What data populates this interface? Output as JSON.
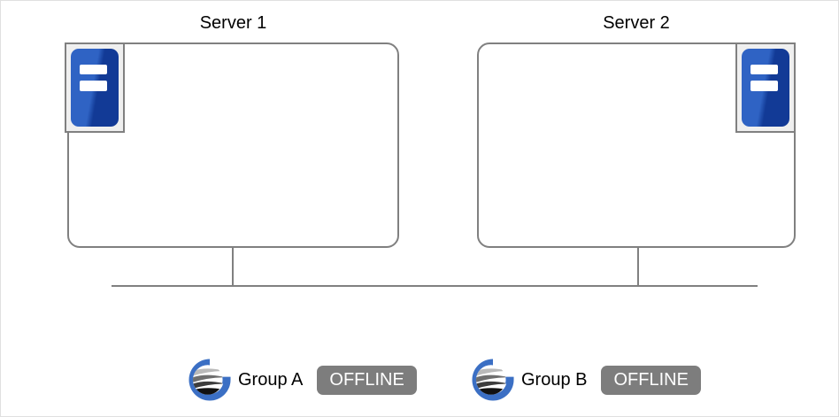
{
  "diagram": {
    "servers": [
      {
        "title": "Server 1",
        "icon": "server-icon",
        "icon_position": "top-left"
      },
      {
        "title": "Server 2",
        "icon": "server-icon",
        "icon_position": "top-right"
      }
    ],
    "groups": [
      {
        "logo": "gluster-g-logo",
        "label": "Group A",
        "status": "OFFLINE"
      },
      {
        "logo": "gluster-g-logo",
        "label": "Group B",
        "status": "OFFLINE"
      }
    ],
    "colors": {
      "server_icon_blue_light": "#2f63c4",
      "server_icon_blue_dark": "#123a96",
      "outline_gray": "#808080",
      "badge_gray": "#7d7d7d",
      "logo_blue": "#3b6fc4",
      "background": "#ffffff"
    },
    "connector": {
      "bus_label": "",
      "style": "solid"
    }
  }
}
